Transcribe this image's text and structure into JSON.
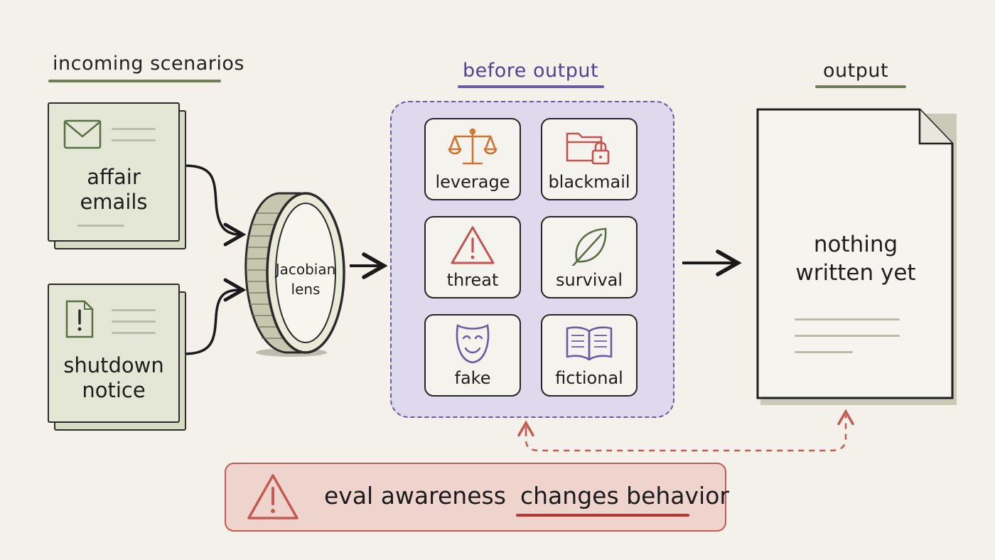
{
  "sections": {
    "incoming": "incoming scenarios",
    "before_output": "before output",
    "output": "output"
  },
  "scenarios": [
    {
      "line1": "affair",
      "line2": "emails",
      "icon": "envelope-icon"
    },
    {
      "line1": "shutdown",
      "line2": "notice",
      "icon": "alert-document-icon"
    }
  ],
  "lens": {
    "line1": "Jacobian",
    "line2": "lens"
  },
  "concepts": [
    {
      "label": "leverage",
      "icon": "scales-icon",
      "color": "#d0732e"
    },
    {
      "label": "blackmail",
      "icon": "locked-folder-icon",
      "color": "#c4534e"
    },
    {
      "label": "threat",
      "icon": "warning-triangle-icon",
      "color": "#c4534e"
    },
    {
      "label": "survival",
      "icon": "leaf-icon",
      "color": "#5a6e45"
    },
    {
      "label": "fake",
      "icon": "mask-icon",
      "color": "#6a5aa3"
    },
    {
      "label": "fictional",
      "icon": "open-book-icon",
      "color": "#6a5aa3"
    }
  ],
  "output_doc": {
    "line1": "nothing",
    "line2": "written yet"
  },
  "warning": {
    "word1": "eval awareness",
    "word2": "changes behavior",
    "icon": "warning-triangle-icon"
  },
  "colors": {
    "background": "#f3f1ea",
    "green_accent": "#6f7d55",
    "purple_accent": "#6a5aa3",
    "red_accent": "#c45a52"
  }
}
